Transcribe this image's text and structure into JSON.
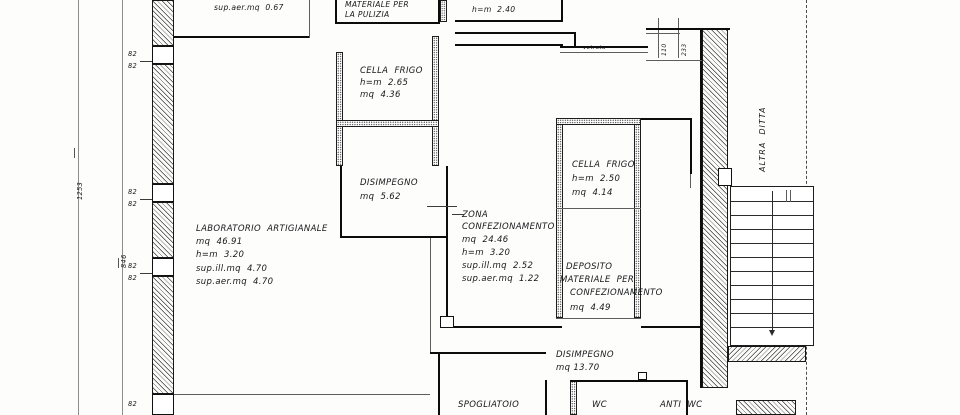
{
  "document": {
    "kind": "architectural-floor-plan",
    "language": "it",
    "line_color": "#111111",
    "paper_color": "#fdfdfc",
    "hatch_color": "#3c3c3c"
  },
  "rooms": [
    {
      "id": "laboratorio",
      "name": "LABORATORIO ARTIGIANALE",
      "lines": [
        "LABORATORIO ARTIGIANALE",
        "mq 46.91",
        "h=m 3.20",
        "sup.ill.mq 4.70",
        "sup.aer.mq 4.70"
      ],
      "area_mq": "46.91",
      "height_m": "3.20",
      "sup_ill_mq": "4.70",
      "sup_aer_mq": "4.70"
    },
    {
      "id": "cella-frigo-1",
      "name": "CELLA FRIGO",
      "lines": [
        "CELLA FRIGO",
        "h=m 2.65",
        "mq 4.36"
      ],
      "area_mq": "4.36",
      "height_m": "2.65"
    },
    {
      "id": "disimpegno-1",
      "name": "DISIMPEGNO",
      "lines": [
        "DISIMPEGNO",
        "mq 5.62"
      ],
      "area_mq": "5.62"
    },
    {
      "id": "deposito-pulizia",
      "name": "DEPOSITO MATERIALE PER LA PULIZIA",
      "lines": [
        "MATERIALE PER",
        "LA PULIZIA"
      ]
    },
    {
      "id": "deposito-top",
      "name": "DEPOSITO",
      "lines": [
        "h=m 2.40"
      ],
      "height_m": "2.40"
    },
    {
      "id": "zona-confezionamento",
      "name": "ZONA CONFEZIONAMENTO",
      "lines": [
        "ZONA",
        "CONFEZIONAMENTO",
        "mq 24.46",
        "h=m 3.20",
        "sup.ill.mq 2.52",
        "sup.aer.mq 1.22"
      ],
      "area_mq": "24.46",
      "height_m": "3.20",
      "sup_ill_mq": "2.52",
      "sup_aer_mq": "1.22"
    },
    {
      "id": "cella-frigo-2",
      "name": "CELLA FRIGO",
      "lines": [
        "CELLA FRIGO",
        "h=m 2.50",
        "mq 4.14"
      ],
      "area_mq": "4.14",
      "height_m": "2.50"
    },
    {
      "id": "deposito-confezionamento",
      "name": "DEPOSITO MATERIALE PER CONFEZIONAMENTO",
      "lines": [
        "DEPOSITO",
        "MATERIALE PER",
        "CONFEZIONAMENTO",
        "mq 4.49"
      ],
      "area_mq": "4.49"
    },
    {
      "id": "disimpegno-2",
      "name": "DISIMPEGNO",
      "lines": [
        "DISIMPEGNO",
        "mq 13.70"
      ],
      "area_mq": "13.70"
    },
    {
      "id": "spogliatoio",
      "name": "SPOGLIATOIO",
      "lines": [
        "SPOGLIATOIO"
      ]
    },
    {
      "id": "wc",
      "name": "WC",
      "lines": [
        "WC"
      ]
    },
    {
      "id": "anti-wc",
      "name": "ANTI WC",
      "lines": [
        "ANTI WC"
      ]
    }
  ],
  "labels": {
    "sup_aer_top": "sup.aer.mq  0.67",
    "materiale_per": "MATERIALE PER",
    "la_pulizia": "LA PULIZIA",
    "deposito_h": "h=m  2.40",
    "cella1_l1": "CELLA  FRIGO",
    "cella1_l2": "h=m  2.65",
    "cella1_l3": "mq  4.36",
    "disimpegno1_l1": "DISIMPEGNO",
    "disimpegno1_l2": "mq  5.62",
    "lab_l1": "LABORATORIO  ARTIGIANALE",
    "lab_l2": "mq  46.91",
    "lab_l3": "h=m  3.20",
    "lab_l4": "sup.ill.mq  4.70",
    "lab_l5": "sup.aer.mq  4.70",
    "zona_l1": "ZONA",
    "zona_l2": "CONFEZIONAMENTO",
    "zona_l3": "mq  24.46",
    "zona_l4": "h=m  3.20",
    "zona_l5": "sup.ill.mq  2.52",
    "zona_l6": "sup.aer.mq  1.22",
    "cella2_l1": "CELLA  FRIGO",
    "cella2_l2": "h=m  2.50",
    "cella2_l3": "mq  4.14",
    "depconf_l1": "DEPOSITO",
    "depconf_l2": "MATERIALE  PER",
    "depconf_l3": "CONFEZIONAMENTO",
    "depconf_l4": "mq  4.49",
    "disimpegno2_l1": "DISIMPEGNO",
    "disimpegno2_l2": "mq 13.70",
    "spogliatoio": "SPOGLIATOIO",
    "wc": "WC",
    "anti_wc": "ANTI  WC",
    "altra_ditta": "ALTRA  DITTA",
    "vetrata": "vetrata"
  },
  "dimensions": {
    "left_vertical_outer": "1253",
    "left_vertical_inner": "846",
    "window_marks": [
      "82",
      "82",
      "82",
      "82",
      "82",
      "82",
      "82"
    ],
    "opening_110": "110",
    "opening_233": "233"
  }
}
